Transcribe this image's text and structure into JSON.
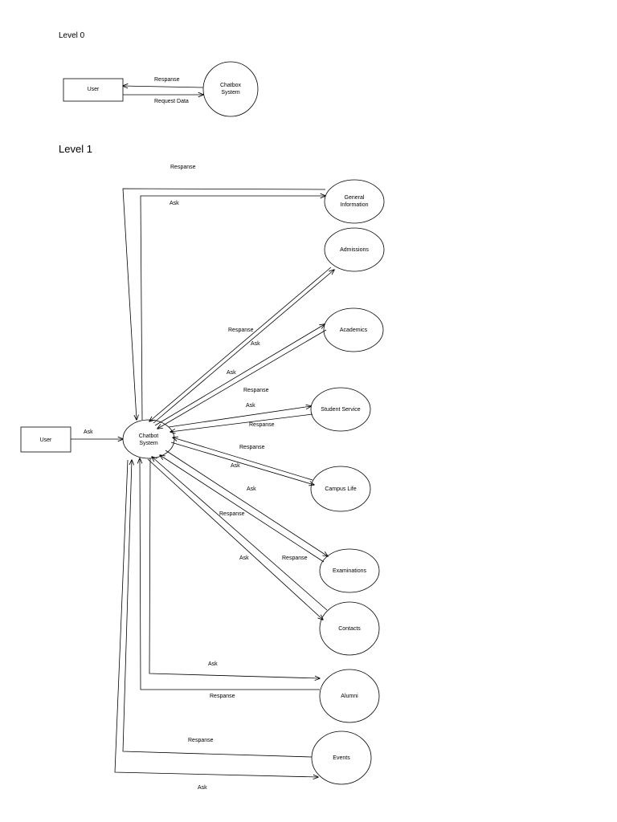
{
  "level0": {
    "heading": "Level 0",
    "user": "User",
    "system_line1": "Chatbox",
    "system_line2": "System",
    "response_label": "Respanse",
    "request_label": "Request Data"
  },
  "level1": {
    "heading": "Level 1",
    "user": "User",
    "user_ask_label": "Ask",
    "system_line1": "Chatbot",
    "system_line2": "System",
    "nodes": [
      {
        "id": "general-information",
        "line1": "General",
        "line2": "Information",
        "ask": "Ask",
        "response": "Respanse"
      },
      {
        "id": "admissions",
        "line1": "Admissions",
        "line2": "",
        "ask": "Ask",
        "response": "Respanse"
      },
      {
        "id": "academics",
        "line1": "Academics",
        "line2": "",
        "ask": "Ask",
        "response": "Respanse"
      },
      {
        "id": "student-service",
        "line1": "Student Service",
        "line2": "",
        "ask": "Ask",
        "response": "Respanse"
      },
      {
        "id": "campus-life",
        "line1": "Campus Life",
        "line2": "",
        "ask": "Ask",
        "response": "Respanse"
      },
      {
        "id": "examinations",
        "line1": "Examinations",
        "line2": "",
        "ask": "Ask",
        "response": "Respanse"
      },
      {
        "id": "contacts",
        "line1": "Contacts",
        "line2": "",
        "ask": "Ask",
        "response": "Respanse"
      },
      {
        "id": "alumni",
        "line1": "Alumni",
        "line2": "",
        "ask": "Ask",
        "response": "Respanse"
      },
      {
        "id": "events",
        "line1": "Events",
        "line2": "",
        "ask": "Ask",
        "response": "Respanse"
      }
    ]
  }
}
